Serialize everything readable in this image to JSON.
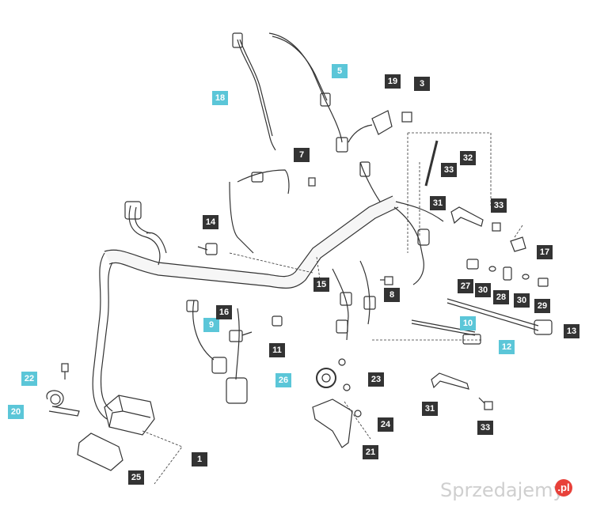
{
  "parts": {
    "p1": "1",
    "p3": "3",
    "p5": "5",
    "p7": "7",
    "p8": "8",
    "p9": "9",
    "p10": "10",
    "p11": "11",
    "p12": "12",
    "p13": "13",
    "p14": "14",
    "p15": "15",
    "p16": "16",
    "p17": "17",
    "p18": "18",
    "p19": "19",
    "p20": "20",
    "p21": "21",
    "p22": "22",
    "p23": "23",
    "p24": "24",
    "p25": "25",
    "p26": "26",
    "p27": "27",
    "p28": "28",
    "p29": "29",
    "p30a": "30",
    "p30b": "30",
    "p31a": "31",
    "p31b": "31",
    "p32": "32",
    "p33a": "33",
    "p33b": "33",
    "p33c": "33"
  },
  "watermark": {
    "text": "Sprzedajemy",
    "badge": ".pl"
  },
  "colors": {
    "dark_tag": "#333333",
    "cyan_tag": "#5bc6d8",
    "line": "#333333"
  }
}
